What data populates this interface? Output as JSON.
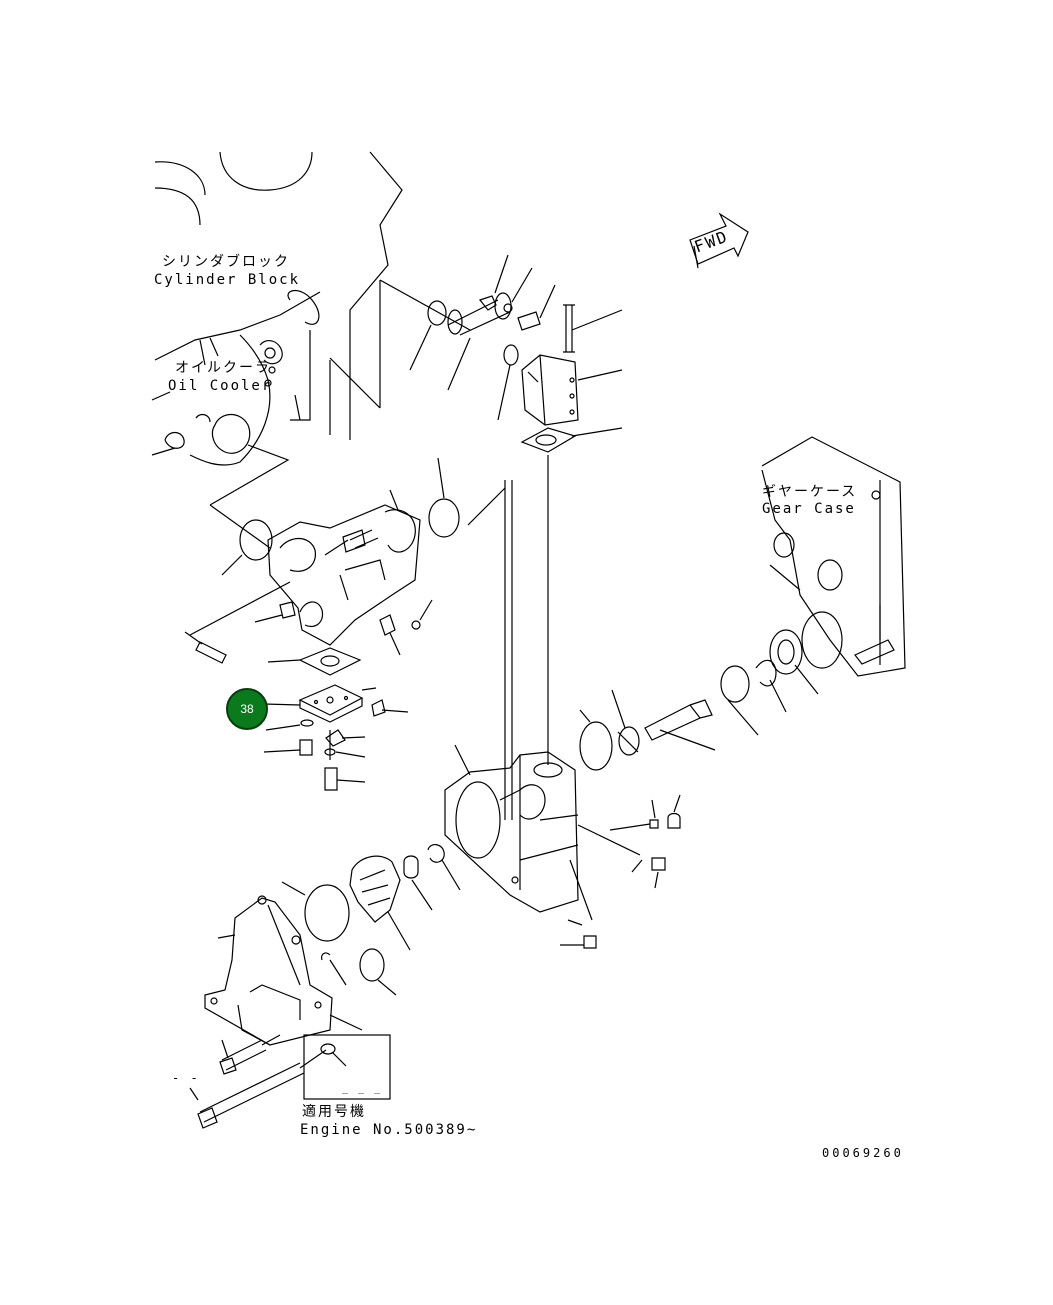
{
  "labels": {
    "cylinder_block_jp": "シリンダブロック",
    "cylinder_block_en": "Cylinder Block",
    "oil_cooler_jp": "オイルクーラ",
    "oil_cooler_en": "Oil Cooler",
    "gear_case_jp": "ギヤーケース",
    "gear_case_en": "Gear Case",
    "applicable_jp": "適用号機",
    "engine_no": "Engine No.500389~",
    "fwd": "FWD",
    "drawing_no": "00069260",
    "dash_a": "- -",
    "dash_b": "_ _ _"
  },
  "callouts": [
    {
      "number": "38",
      "highlighted": true,
      "color": "#0a7a1c"
    }
  ]
}
